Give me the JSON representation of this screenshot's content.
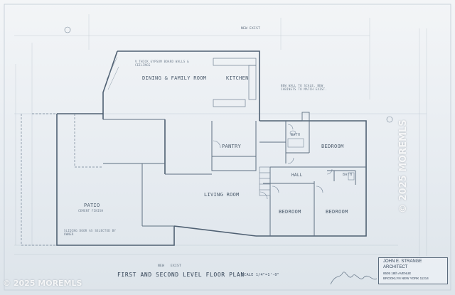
{
  "plan": {
    "title": "FIRST AND SECOND LEVEL FLOOR PLAN",
    "scale": "SCALE 1/4\"=1'-0\"",
    "rooms": {
      "dining_family": "DINING & FAMILY ROOM",
      "kitchen": "KITCHEN",
      "pantry": "PANTRY",
      "living": "LIVING ROOM",
      "patio": "PATIO",
      "patio_sub": "CEMENT FINISH",
      "bath1": "BATH",
      "bath2": "BATH",
      "bedroom_top": "BEDROOM",
      "bedroom_left": "BEDROOM",
      "bedroom_right": "BEDROOM",
      "hall": "HALL"
    },
    "markers": {
      "new": "NEW",
      "exist": "EXIST",
      "new_exist_top": "NEW EXIST"
    },
    "notes": {
      "kitchen_wall": "NEW WALL TO SCALE, NEW CABINETS TO MATCH EXIST.",
      "gypsum": "V THICK GYPSUM BOARD WALLS & CEILINGS",
      "patio_door": "SLIDING DOOR AS SELECTED BY OWNER"
    }
  },
  "title_block": {
    "line1": "JOHN E. STRANGE",
    "line2": "ARCHITECT",
    "line3": "8505 18th AVENUE",
    "line4": "BROOKLYN NEW YORK 11214"
  },
  "watermarks": {
    "bottom": "© 2025 MOREMLS",
    "side": "© 2025 MOREMLS"
  }
}
